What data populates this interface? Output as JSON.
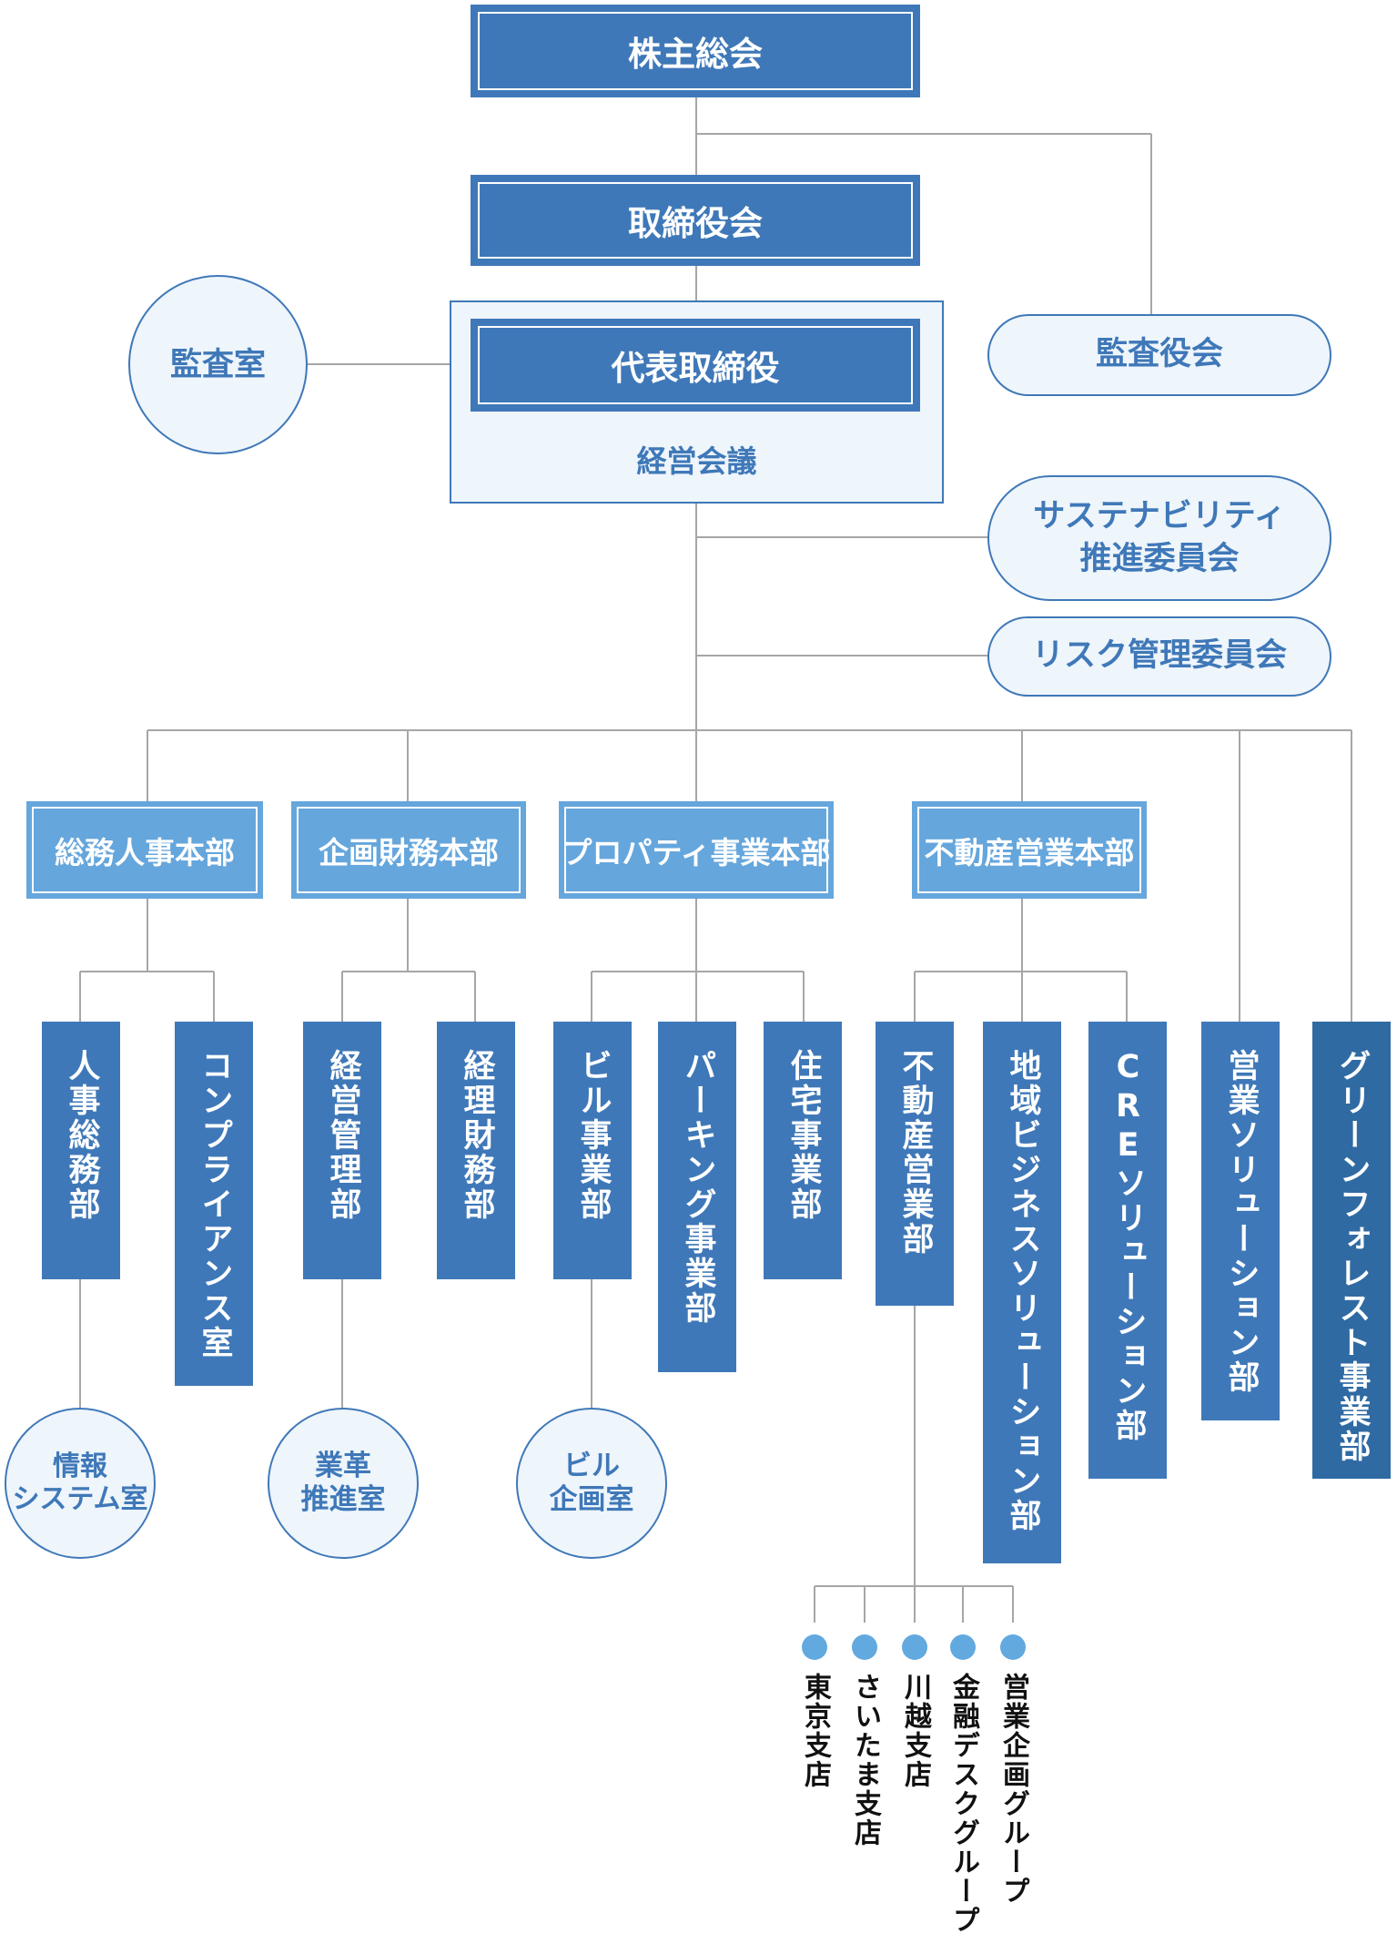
{
  "top": {
    "shareholders": "株主総会",
    "board": "取締役会",
    "president": "代表取締役",
    "management_meeting": "経営会議",
    "audit_board": "監査役会",
    "audit_office": "監査室"
  },
  "committees": {
    "sustainability_line1": "サステナビリティ",
    "sustainability_line2": "推進委員会",
    "risk": "リスク管理委員会"
  },
  "divisions": {
    "general_hr": "総務人事本部",
    "planning_finance": "企画財務本部",
    "property": "プロパティ事業本部",
    "real_estate_sales": "不動産営業本部"
  },
  "departments": {
    "hr_general": "人事総務部",
    "compliance": "コンプライアンス室",
    "business_mgmt": "経営管理部",
    "accounting_finance": "経理財務部",
    "building": "ビル事業部",
    "parking": "パーキング事業部",
    "housing": "住宅事業部",
    "real_estate_sales": "不動産営業部",
    "regional_solutions": "地域ビジネスソリューション部",
    "cre_solutions": "CREソリューション部",
    "sales_solutions": "営業ソリューション部",
    "green_forest": "グリーンフォレスト事業部"
  },
  "offices": {
    "info_systems_line1": "情報",
    "info_systems_line2": "システム室",
    "reform_line1": "業革",
    "reform_line2": "推進室",
    "building_planning_line1": "ビル",
    "building_planning_line2": "企画室"
  },
  "branches": [
    "東京支店",
    "さいたま支店",
    "川越支店",
    "金融デスクグループ",
    "営業企画グループ"
  ],
  "colors": {
    "dark_blue": "#3f78b8",
    "light_blue": "#65a6dc",
    "pale_fill": "#eef5fb",
    "line_gray": "#a6a6a6",
    "dot_blue": "#62a9e0"
  }
}
